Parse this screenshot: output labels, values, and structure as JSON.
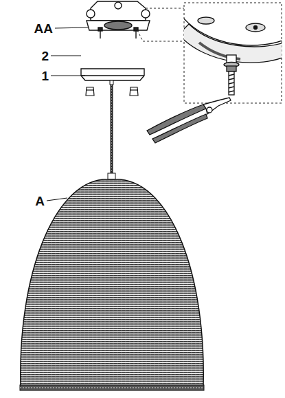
{
  "diagram": {
    "labels": [
      "AA",
      "2",
      "1",
      "A"
    ]
  }
}
